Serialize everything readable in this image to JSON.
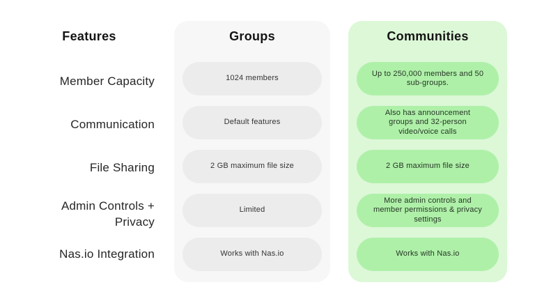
{
  "page": {
    "background": "#ffffff"
  },
  "features_column": {
    "header": "Features",
    "rows": [
      "Member Capacity",
      "Communication",
      "File Sharing",
      "Admin Controls +\nPrivacy",
      "Nas.io Integration"
    ]
  },
  "groups_column": {
    "header": "Groups",
    "card_color": "#f7f7f7",
    "pill_color": "#ececec",
    "cells": [
      "1024 members",
      "Default features",
      "2 GB maximum file size",
      "Limited",
      "Works with Nas.io"
    ]
  },
  "communities_column": {
    "header": "Communities",
    "card_color": "#dcf8d7",
    "pill_color": "#aff0a9",
    "cells": [
      "Up to 250,000 members and 50\nsub-groups.",
      "Also has announcement\ngroups and 32-person\nvideo/voice calls",
      "2 GB maximum file size",
      "More admin controls and\nmember permissions & privacy\nsettings",
      "Works with Nas.io"
    ]
  }
}
